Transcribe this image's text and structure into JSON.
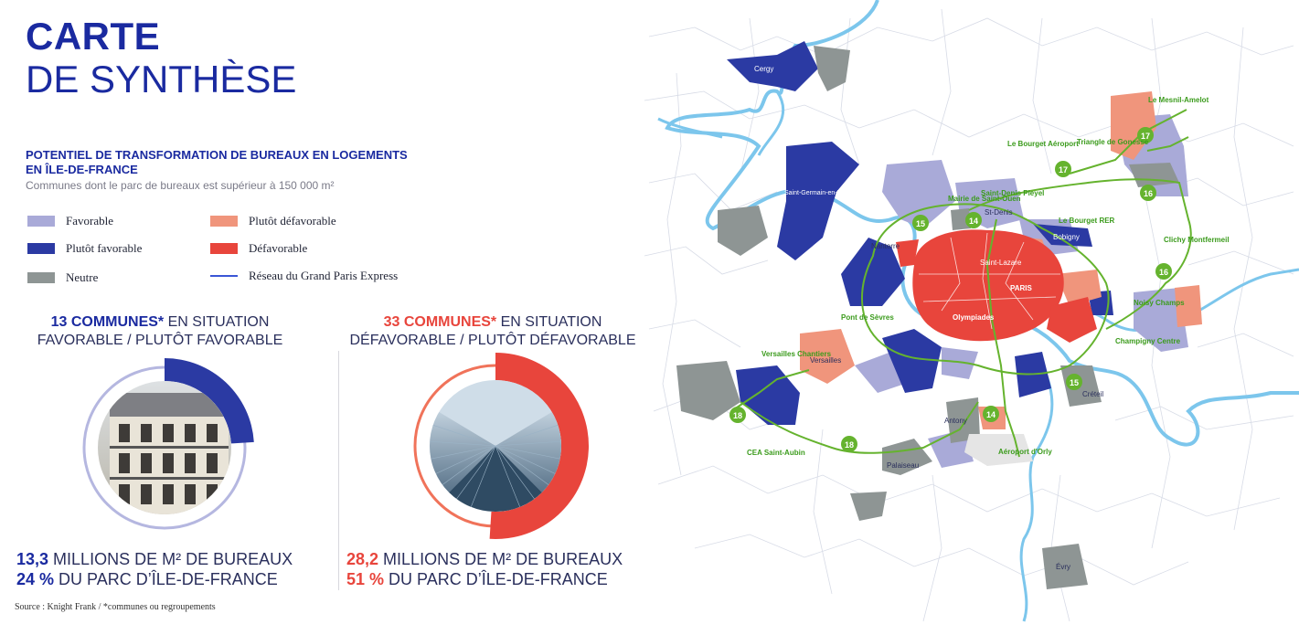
{
  "title": {
    "line1": "CARTE",
    "line2": "DE SYNTHÈSE"
  },
  "heading": {
    "line1": "POTENTIEL DE TRANSFORMATION DE BUREAUX EN LOGEMENTS",
    "line2": "EN ÎLE-DE-FRANCE",
    "subtitle": "Communes dont le parc de bureaux est supérieur à 150 000 m²"
  },
  "legend": [
    {
      "label": "Favorable",
      "color": "#a9aad8"
    },
    {
      "label": "Plutôt favorable",
      "color": "#2b3aa3"
    },
    {
      "label": "Neutre",
      "color": "#8e9594"
    },
    {
      "label": "Plutôt défavorable",
      "color": "#f0957c"
    },
    {
      "label": "Défavorable",
      "color": "#e8453c"
    },
    {
      "label": "Réseau du Grand Paris Express",
      "color": "#3a56d6"
    }
  ],
  "stats": {
    "left": {
      "bold": "13 COMMUNES*",
      "rest1": " EN SITUATION",
      "line2": "FAVORABLE / PLUTÔT FAVORABLE",
      "foot1_num": "13,3",
      "foot1_rest": " MILLIONS DE M² DE BUREAUX",
      "foot2_num": "24 %",
      "foot2_rest": " DU PARC D’ÎLE-DE-FRANCE",
      "color": "#1a2aa0",
      "share": 0.24
    },
    "right": {
      "bold": "33 COMMUNES*",
      "rest1": " EN SITUATION",
      "line2": "DÉFAVORABLE / PLUTÔT DÉFAVORABLE",
      "foot1_num": "28,2",
      "foot1_rest": " MILLIONS DE M² DE BUREAUX",
      "foot2_num": "51 %",
      "foot2_rest": " DU PARC D’ÎLE-DE-FRANCE",
      "color": "#e8453c",
      "share": 0.51
    }
  },
  "source": "Source : Knight Frank / *communes ou regroupements",
  "map": {
    "places": [
      "Cergy",
      "Saint-Germain-en-Laye",
      "Nanterre",
      "Pont de Sèvres",
      "Versailles Chantiers",
      "Versailles",
      "CEA Saint-Aubin",
      "Palaiseau",
      "Antony",
      "Aéroport d'Orly",
      "Créteil",
      "Évry",
      "Noisy Champs",
      "Champigny Centre",
      "Clichy Montfermeil",
      "Le Bourget RER",
      "Le Bourget Aéroport",
      "Triangle de Gonesse",
      "Le Mesnil-Amelot",
      "Saint-Denis Pleyel",
      "Mairie de Saint-Ouen",
      "St-Denis",
      "Bobigny",
      "Saint-Lazare",
      "PARIS",
      "Olympiades"
    ],
    "lines": [
      "14",
      "15",
      "16",
      "17",
      "18"
    ]
  }
}
